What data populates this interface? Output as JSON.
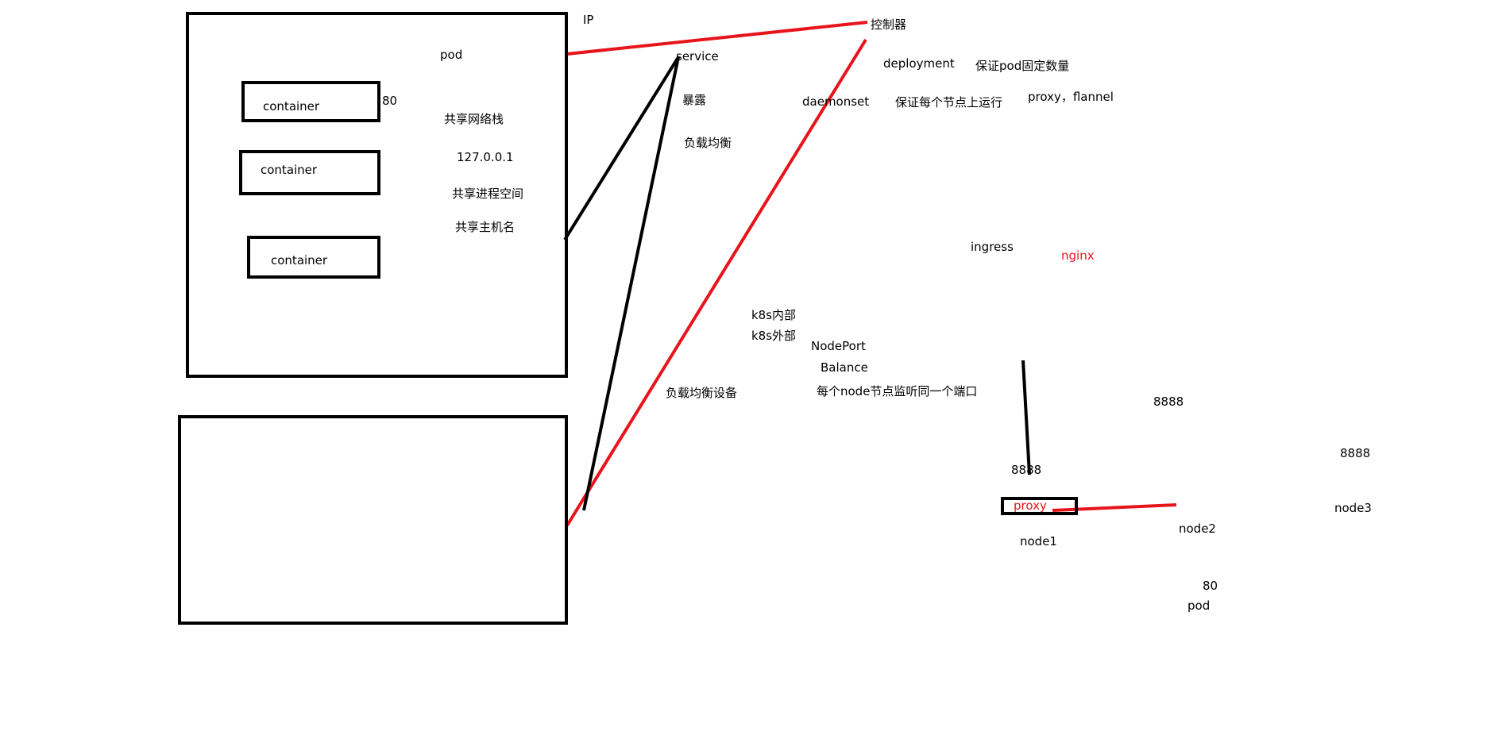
{
  "colors": {
    "ink": "#000000",
    "red": "#e8141c",
    "background": "#ffffff"
  },
  "pod": {
    "title": "pod",
    "port_label": "80",
    "containers": [
      "container",
      "container",
      "container"
    ],
    "notes": [
      "共享网络栈",
      "127.0.0.1",
      "共享进程空间",
      "共享主机名"
    ]
  },
  "labels": {
    "ip": "IP",
    "service": "service",
    "expose": "暴露",
    "load_balance": "负载均衡",
    "controller": "控制器",
    "deployment": "deployment",
    "deployment_desc": "保证pod固定数量",
    "daemonset": "daemonset",
    "daemonset_desc": "保证每个节点上运行",
    "daemonset_examples": "proxy，flannel",
    "ingress": "ingress",
    "nginx": "nginx",
    "k8s_internal": "k8s内部",
    "k8s_external": "k8s外部",
    "nodeport": "NodePort",
    "balance": "Balance",
    "lb_device": "负载均衡设备",
    "nodeport_desc": "每个node节点监听同一个端口",
    "port_8888_a": "8888",
    "port_8888_b": "8888",
    "port_8888_c": "8888",
    "proxy": "proxy",
    "node1": "node1",
    "node2": "node2",
    "node3": "node3",
    "port_80": "80",
    "pod_bottom": "pod"
  }
}
